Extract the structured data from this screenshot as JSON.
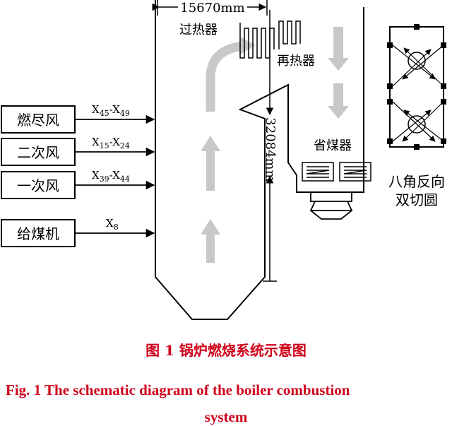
{
  "diagram": {
    "dimension_width": "15670mm",
    "dimension_height": "32084mm",
    "superheater": "过热器",
    "reheater": "再热器",
    "economizer": "省煤器",
    "corner_label_line1": "八角反向",
    "corner_label_line2": "双切圆",
    "inputs": [
      {
        "name": "燃尽风",
        "var": "X",
        "sub1": "45",
        "sep": "-X",
        "sub2": "49"
      },
      {
        "name": "二次风",
        "var": "X",
        "sub1": "15",
        "sep": "-X",
        "sub2": "24"
      },
      {
        "name": "一次风",
        "var": "X",
        "sub1": "39",
        "sep": "-X",
        "sub2": "44"
      },
      {
        "name": "给煤机",
        "var": "X",
        "sub1": "8",
        "sep": "",
        "sub2": ""
      }
    ]
  },
  "caption": {
    "cn": "图 1  锅炉燃烧系统示意图",
    "en_line1": "Fig. 1    The schematic diagram of the boiler combustion",
    "en_line2": "system"
  },
  "colors": {
    "arrow_gray": "#c8c8c8",
    "caption_red": "#d0021b"
  }
}
